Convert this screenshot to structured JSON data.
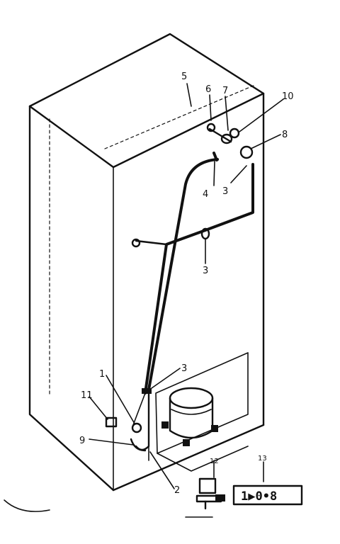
{
  "callouts": {
    "c1": "1",
    "c2": "2",
    "c3a": "3",
    "c3b": "3",
    "c3c": "3",
    "c4": "4",
    "c5": "5",
    "c6": "6",
    "c7": "7",
    "c8": "8",
    "c9": "9",
    "c10": "10",
    "c11": "11",
    "c12": "12",
    "c13": "13"
  },
  "plug_label": "1▶0•8"
}
